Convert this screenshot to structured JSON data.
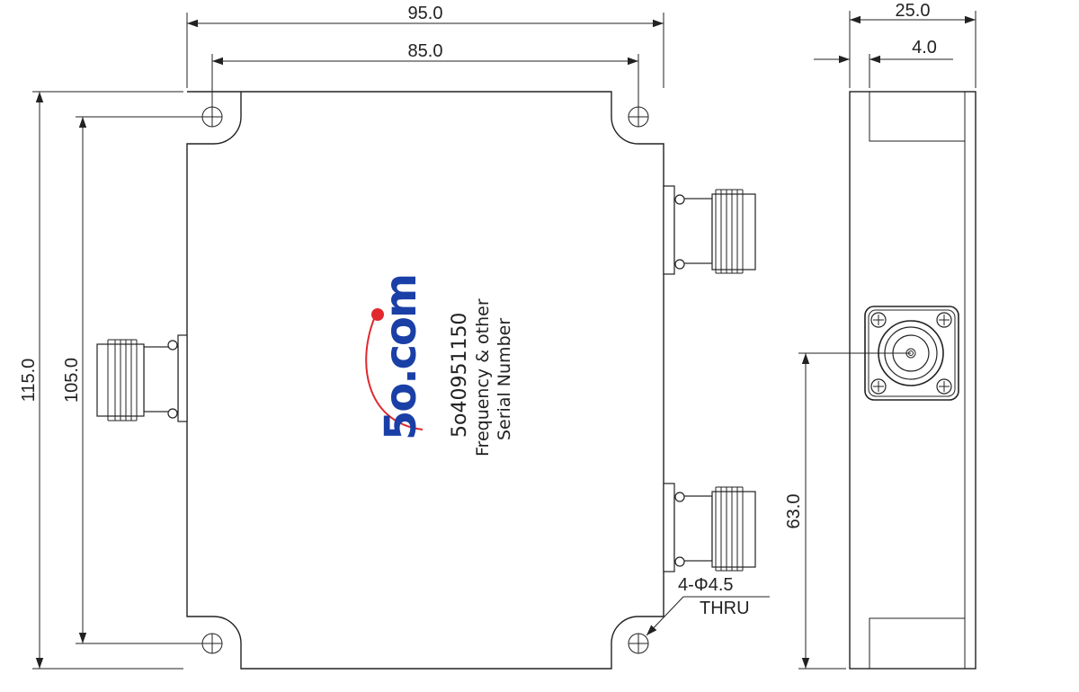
{
  "dimensions": {
    "width_overall": "95.0",
    "hole_spacing_x": "85.0",
    "height_overall": "115.0",
    "hole_spacing_y": "105.0",
    "side_depth": "25.0",
    "lid_thickness": "4.0",
    "connector_height": "63.0"
  },
  "hole_callout": {
    "size": "4-Φ4.5",
    "type": "THRU"
  },
  "logo": {
    "text": "5o.com",
    "brand_color": "#1a3fa6",
    "accent_color": "#e0282d"
  },
  "product_label": {
    "part_number": "5o40951150",
    "line2": "Frequency & other",
    "line3": "Serial Number"
  }
}
